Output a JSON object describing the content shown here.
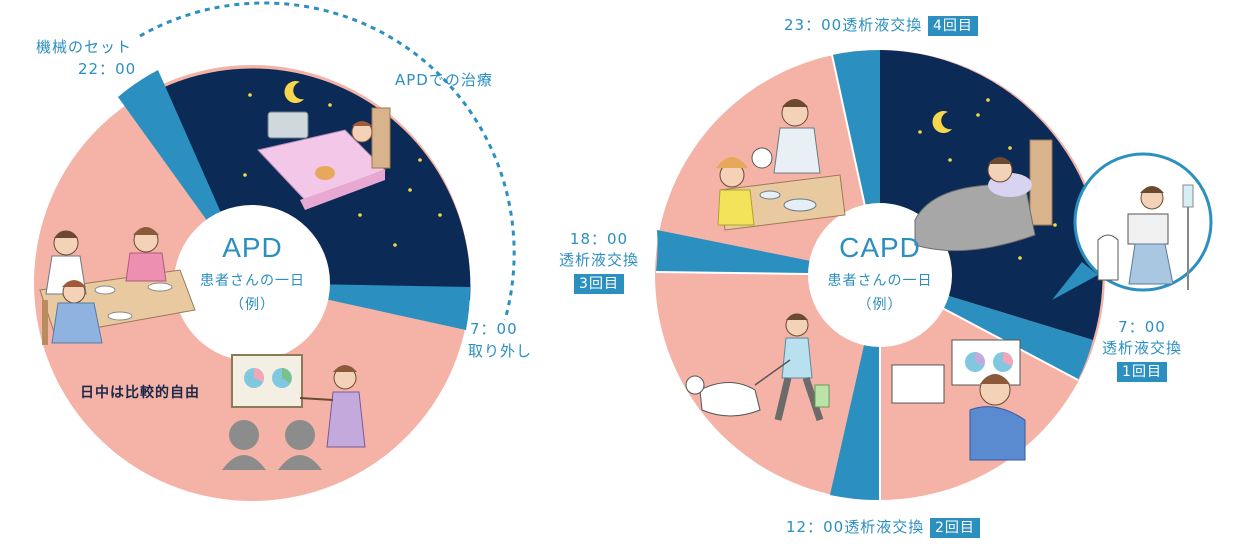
{
  "colors": {
    "night": "#0b2a55",
    "day": "#f5b2a6",
    "accent": "#2b8fc0",
    "center": "#ffffff"
  },
  "apd": {
    "title": "APD",
    "subtitle": "患者さんの一日",
    "example": "（例）",
    "labels": {
      "machine_setup": "機械のセット",
      "time_start": "22：00",
      "treatment": "APDでの治療",
      "time_end": "7：00",
      "remove": "取り外し",
      "daytime": "日中は比較的自由"
    },
    "icons": [
      "moon-icon",
      "bed-scene-icon",
      "family-dinner-icon",
      "presentation-scene-icon"
    ]
  },
  "capd": {
    "title": "CAPD",
    "subtitle": "患者さんの一日",
    "example": "（例）",
    "exchanges": {
      "e1": {
        "time": "7：00",
        "label": "透析液交換",
        "count": "1回目"
      },
      "e2": {
        "time": "12：00",
        "label": "透析液交換",
        "count": "2回目"
      },
      "e3": {
        "time": "18：00",
        "label": "透析液交換",
        "count": "3回目"
      },
      "e4": {
        "time": "23：00",
        "label": "透析液交換",
        "count": "4回目"
      }
    },
    "icons": [
      "moon-icon",
      "sleeping-patient-icon",
      "dinner-with-dog-icon",
      "dog-walk-icon",
      "video-call-icon",
      "reading-with-iv-icon"
    ]
  }
}
